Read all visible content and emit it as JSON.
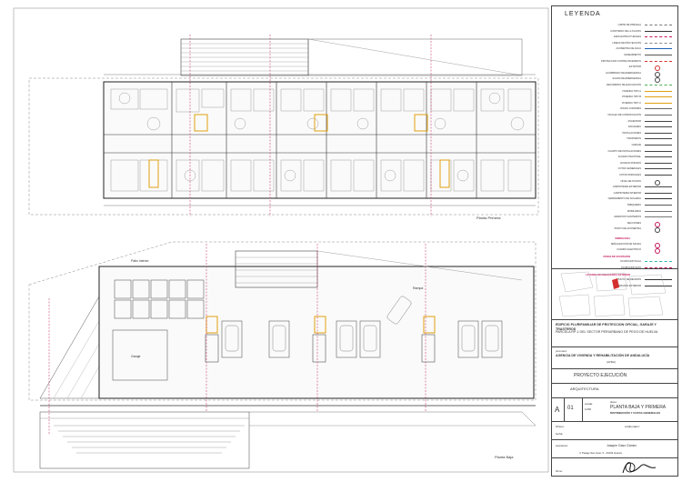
{
  "legend": {
    "title": "LEYENDA",
    "items": [
      {
        "label": "LIMITE DE PARCELA",
        "color": "#777777",
        "style": "dash"
      },
      {
        "label": "CONTORNO DE LA PLANTA",
        "color": "#333333",
        "style": "solid"
      },
      {
        "label": "EJES ESTRUCTURALES",
        "color": "#c2185b",
        "style": "dashdot"
      },
      {
        "label": "LINEAS DE PROYECCION",
        "color": "#888888",
        "style": "dash"
      },
      {
        "label": "ACOMETIDA DE AGUA",
        "color": "#1e5fb3",
        "style": "solid"
      },
      {
        "label": "SANEAMIENTO",
        "color": "#555555",
        "style": "solid"
      },
      {
        "label": "PROTECCION CONTRA INCENDIOS",
        "color": "#d32f2f",
        "style": "dash"
      },
      {
        "label": "EXTINTOR",
        "color": "#d32f2f",
        "style": "mark"
      },
      {
        "label": "ALUMBRADO DE EMERGENCIA",
        "color": "#444444",
        "style": "mark"
      },
      {
        "label": "SALIDA DE EMERGENCIA",
        "color": "#444444",
        "style": "mark"
      },
      {
        "label": "RECORRIDO DE EVACUACION",
        "color": "#4caf50",
        "style": "dash"
      },
      {
        "label": "VIVIENDA TIPO A",
        "color": "#e0a010",
        "style": "solid"
      },
      {
        "label": "VIVIENDA TIPO B",
        "color": "#e0a010",
        "style": "solid"
      },
      {
        "label": "VIVIENDA TIPO C",
        "color": "#e0a010",
        "style": "solid"
      },
      {
        "label": "ZONAS COMUNES",
        "color": "#666666",
        "style": "solid"
      },
      {
        "label": "NUCLEO DE COMUNICACION",
        "color": "#666666",
        "style": "solid"
      },
      {
        "label": "ASCENSOR",
        "color": "#444444",
        "style": "solid"
      },
      {
        "label": "ESCALERA",
        "color": "#444444",
        "style": "solid"
      },
      {
        "label": "INSTALACIONES",
        "color": "#444444",
        "style": "solid"
      },
      {
        "label": "TRASTEROS",
        "color": "#444444",
        "style": "solid"
      },
      {
        "label": "GARAJE",
        "color": "#444444",
        "style": "solid"
      },
      {
        "label": "CUARTO DE INSTALACIONES",
        "color": "#444444",
        "style": "solid"
      },
      {
        "label": "ACCESO PEATONAL",
        "color": "#444444",
        "style": "solid"
      },
      {
        "label": "ACCESO RODADO",
        "color": "#444444",
        "style": "solid"
      },
      {
        "label": "COTAS GENERALES",
        "color": "#444444",
        "style": "solid"
      },
      {
        "label": "COTAS PARCIALES",
        "color": "#444444",
        "style": "solid"
      },
      {
        "label": "NIVEL DE PLANTA",
        "color": "#444444",
        "style": "mark"
      },
      {
        "label": "CARPINTERIA EXTERIOR",
        "color": "#444444",
        "style": "solid"
      },
      {
        "label": "CARPINTERIA INTERIOR",
        "color": "#444444",
        "style": "solid"
      },
      {
        "label": "CERRAMIENTO DE FACHADA",
        "color": "#333333",
        "style": "solid"
      },
      {
        "label": "TABIQUERIA",
        "color": "#555555",
        "style": "solid"
      },
      {
        "label": "MOBILIARIO",
        "color": "#777777",
        "style": "solid"
      },
      {
        "label": "APARATOS SANITARIOS",
        "color": "#777777",
        "style": "solid"
      },
      {
        "label": "SECCIONES",
        "color": "#c2185b",
        "style": "mark"
      },
      {
        "label": "PUNTO DE ACOMETIDA",
        "color": "#444444",
        "style": "mark"
      }
    ],
    "group1_title": "SIMBOLOGIA",
    "group1": [
      {
        "label": "SEÑALIZACION DE SALIDA",
        "color": "#c2185b"
      },
      {
        "label": "CUADRO ELECTRICO",
        "color": "#c2185b"
      }
    ],
    "group2_title": "ZONAS DE OCUPACION",
    "group2": [
      {
        "label": "OCUPACION NULA",
        "color": "#2bb5b0"
      },
      {
        "label": "OCUPACION ALTA",
        "color": "#c2185b"
      }
    ],
    "group3_title": "LEYENDA DE EMERGENCIA EXTERIOR",
    "group3": [
      {
        "label": "PUNTO DE REUNION",
        "color": "#333333"
      },
      {
        "label": "HIDRANTE EXTERIOR",
        "color": "#333333"
      }
    ]
  },
  "title_block": {
    "project": "EDIFICIO PLURIFAMILIAR DE PROTECCION OFICIAL, GARAJE Y TRASTEROS",
    "project_sub": "PARCELA RP-1 DEL SECTOR PERIURBANO DE PEGO DE HUELVA",
    "promoter_label": "promotor:",
    "promoter": "AGENCIA DE VIVIENDA Y REHABILITACIÓN DE ANDALUCÍA",
    "promoter_sub": "(AVRA)",
    "phase": "PROYECTO EJECUCIÓN",
    "discipline": "ARQUITECTURA",
    "sheet_letter": "A",
    "sheet_number": "01",
    "scale_label": "escala:",
    "scale": "1/200",
    "plane_label": "plano:",
    "plane_title": "PLANTA BAJA Y PRIMERA",
    "plane_sub": "DISTRIBUCIÓN Y COTAS GENERALES",
    "date_label": "fecha:",
    "file_label": "fichero:",
    "architect_label": "arquitecto:",
    "architect": "Joaquín Gaso Gómez",
    "address": "c/ Pasaje San José, 5 - 21004 Huelva",
    "sign_label": "firma:",
    "collab_label": "colaborador:"
  },
  "drawings": {
    "upper_label": "Planta Primera",
    "lower_label": "Planta Baja",
    "area_labels": [
      "Patio interior",
      "Garaje",
      "Rampa"
    ]
  }
}
